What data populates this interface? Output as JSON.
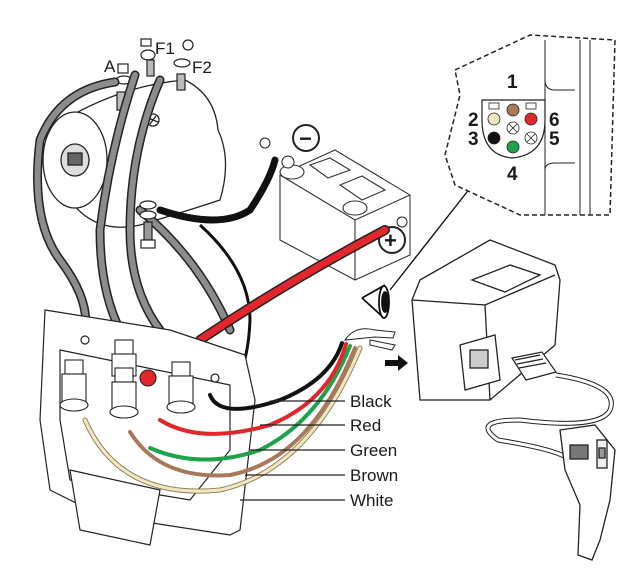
{
  "diagram": {
    "title": "Winch control pack wiring diagram",
    "motor_terminals": [
      {
        "id": "A",
        "label": "A"
      },
      {
        "id": "F1",
        "label": "F1"
      },
      {
        "id": "F2",
        "label": "F2"
      }
    ],
    "battery": {
      "negative_symbol": "−",
      "positive_symbol": "+"
    },
    "wires": [
      {
        "name": "black",
        "label": "Black",
        "color": "#111111"
      },
      {
        "name": "red",
        "label": "Red",
        "color": "#e3262b"
      },
      {
        "name": "green",
        "label": "Green",
        "color": "#1ea34a"
      },
      {
        "name": "brown",
        "label": "Brown",
        "color": "#a8785a"
      },
      {
        "name": "white",
        "label": "White",
        "color": "#f1e6bf"
      }
    ],
    "socket_pins": [
      {
        "number": "1",
        "color": "#a8785a",
        "role": "brown"
      },
      {
        "number": "2",
        "color": "#f1e6bf",
        "role": "white"
      },
      {
        "number": "3",
        "color": "#111111",
        "role": "black"
      },
      {
        "number": "4",
        "color": "#1ea34a",
        "role": "green"
      },
      {
        "number": "5",
        "color": "none",
        "role": "unused"
      },
      {
        "number": "6",
        "color": "#e3262b",
        "role": "red"
      }
    ],
    "colors": {
      "cable_gray": "#8c8c8c",
      "line": "#222222",
      "red_cable": "#e3262b"
    }
  }
}
